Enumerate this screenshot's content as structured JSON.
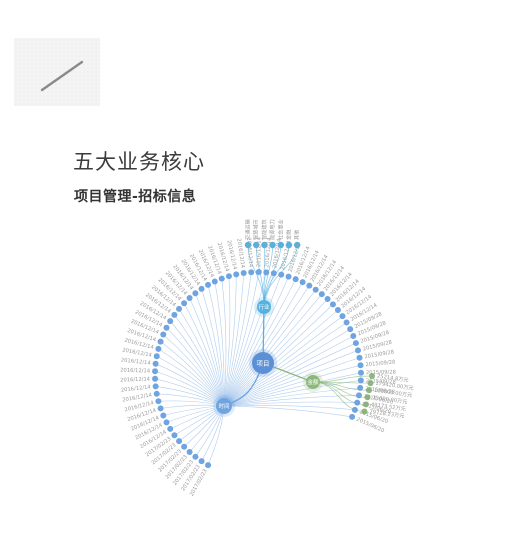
{
  "header": {
    "title": "五大业务核心",
    "subtitle": "项目管理-招标信息"
  },
  "tree": {
    "root": {
      "label": "项目",
      "color": "#5b8fd6"
    },
    "branches": {
      "industry": {
        "label": "行业",
        "color": "#56b1e0",
        "leaf_color": "#56b1e0",
        "leaves": [
          "交通运输",
          "智慧城市",
          "智能建筑",
          "能源电力",
          "社会事业",
          "金融",
          "其他"
        ]
      },
      "amount": {
        "label": "金额",
        "color": "#8db87c",
        "leaf_color": "#8db87c",
        "leaves": [
          "25214.8万元",
          "179420.00万元",
          "100000.00万元",
          "15000.00万元",
          "49173.52万元",
          "79728.23万元"
        ]
      },
      "time": {
        "label": "时间",
        "color": "#6fa4e0",
        "leaf_color": "#6fa4e0",
        "leaves": [
          "2017/02/23",
          "2017/02/23",
          "2017/02/23",
          "2017/02/23",
          "2017/02/23",
          "2017/02/23",
          "2017/02/23",
          "2016/12/14",
          "2016/12/14",
          "2016/12/14",
          "2016/12/14",
          "2016/12/14",
          "2016/12/14",
          "2016/12/14",
          "2016/12/14",
          "2016/12/14",
          "2016/12/14",
          "2016/12/14",
          "2016/12/14",
          "2016/12/14",
          "2016/12/14",
          "2016/12/14",
          "2016/12/14",
          "2016/12/14",
          "2016/12/14",
          "2016/12/14",
          "2016/12/14",
          "2016/12/14",
          "2016/12/14",
          "2016/12/14",
          "2016/12/14",
          "2016/12/14",
          "2016/12/14",
          "2016/12/14",
          "2016/12/14",
          "2016/12/14",
          "2016/12/14",
          "2016/12/14",
          "2016/12/14",
          "2016/12/14",
          "2016/12/14",
          "2016/12/14",
          "2016/12/14",
          "2016/12/14",
          "2016/12/14",
          "2016/12/14",
          "2016/12/14",
          "2016/12/14",
          "2016/12/14",
          "2016/12/14",
          "2016/12/14",
          "2015/09/28",
          "2015/09/28",
          "2015/09/28",
          "2015/09/28",
          "2015/09/28",
          "2015/09/28",
          "2015/09/28",
          "2015/09/28",
          "2015/09/28",
          "2015/06/20",
          "2015/06/20",
          "2015/06/20",
          "2015/06/20"
        ]
      }
    }
  }
}
